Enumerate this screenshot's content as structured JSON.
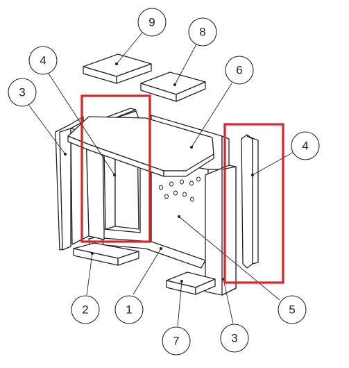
{
  "diagram": {
    "callouts": [
      {
        "id": "callout-9",
        "label": "9"
      },
      {
        "id": "callout-8",
        "label": "8"
      },
      {
        "id": "callout-4-left",
        "label": "4"
      },
      {
        "id": "callout-6",
        "label": "6"
      },
      {
        "id": "callout-3-left",
        "label": "3"
      },
      {
        "id": "callout-4-right",
        "label": "4"
      },
      {
        "id": "callout-5",
        "label": "5"
      },
      {
        "id": "callout-2",
        "label": "2"
      },
      {
        "id": "callout-1",
        "label": "1"
      },
      {
        "id": "callout-7",
        "label": "7"
      },
      {
        "id": "callout-3-right",
        "label": "3"
      }
    ],
    "highlight_color": "#e0202a",
    "line_color": "#222222"
  }
}
